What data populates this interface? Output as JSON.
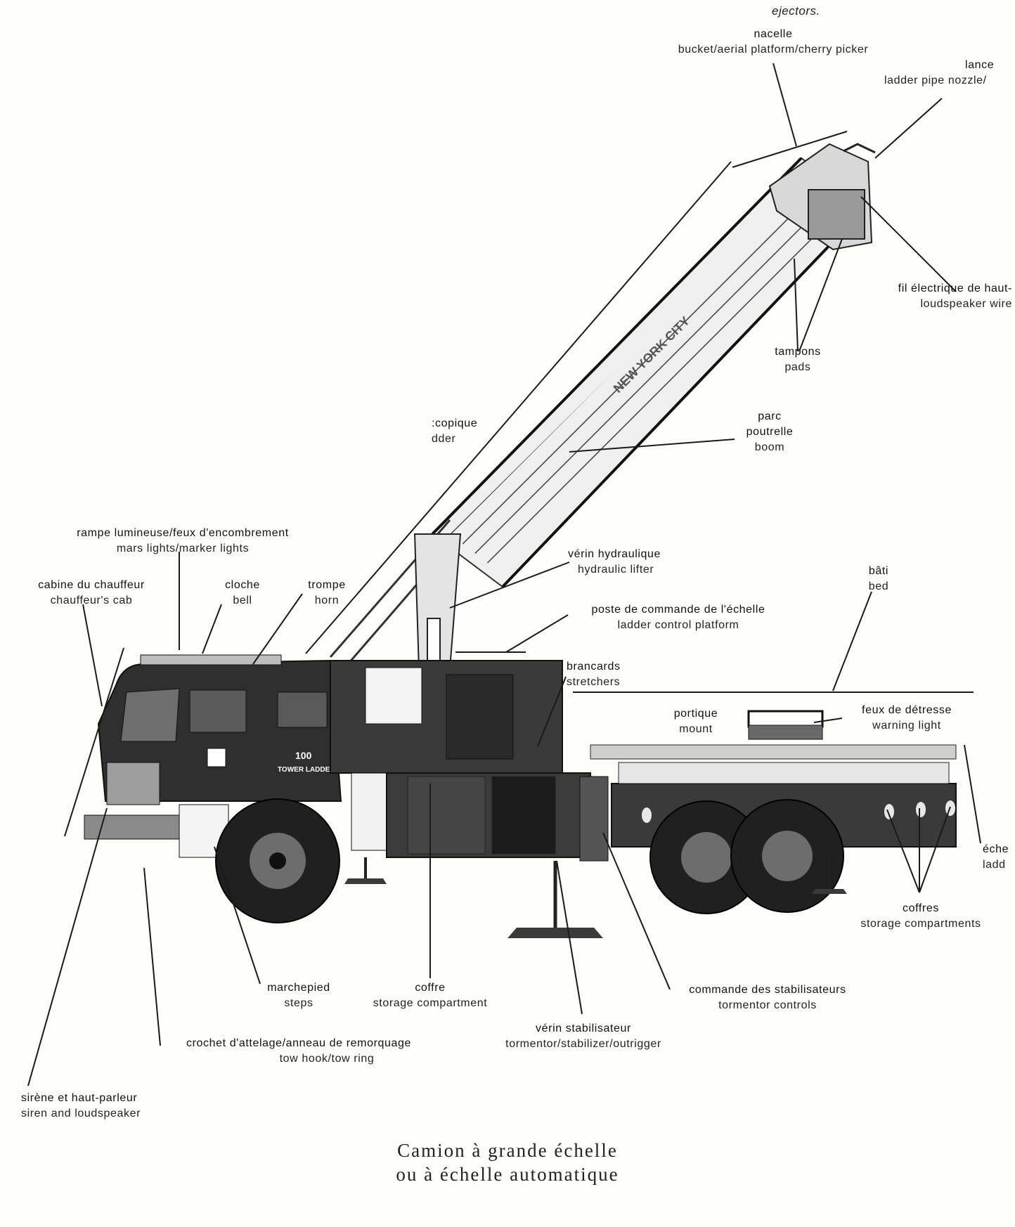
{
  "top_fragment": "ejectors.",
  "labels": {
    "nacelle": {
      "fr": "nacelle",
      "en": "bucket/aerial platform/cherry picker"
    },
    "lance": {
      "fr": "lance",
      "en": "ladder pipe nozzle/"
    },
    "fil": {
      "fr": "fil électrique de haut-",
      "en": "loudspeaker wire"
    },
    "tampons": {
      "fr": "tampons",
      "en": "pads"
    },
    "telescopique": {
      "fr": ":copique",
      "en": "dder"
    },
    "parc": {
      "fr": "parc",
      "fr2": "poutrelle",
      "en": "boom"
    },
    "rampe": {
      "fr": "rampe lumineuse/feux d'encombrement",
      "en": "mars lights/marker lights"
    },
    "cabine": {
      "fr": "cabine du chauffeur",
      "en": "chauffeur's cab"
    },
    "cloche": {
      "fr": "cloche",
      "en": "bell"
    },
    "trompe": {
      "fr": "trompe",
      "en": "horn"
    },
    "verin_hydraulique": {
      "fr": "vérin hydraulique",
      "en": "hydraulic lifter"
    },
    "poste": {
      "fr": "poste de commande de l'échelle",
      "en": "ladder control platform"
    },
    "bati": {
      "fr": "bâti",
      "en": "bed"
    },
    "brancards": {
      "fr": "brancards",
      "en": "stretchers"
    },
    "portique": {
      "fr": "portique",
      "en": "mount"
    },
    "feux": {
      "fr": "feux de détresse",
      "en": "warning light"
    },
    "echelle": {
      "fr": "éche",
      "en": "ladd"
    },
    "coffres": {
      "fr": "coffres",
      "en": "storage compartments"
    },
    "marchepied": {
      "fr": "marchepied",
      "en": "steps"
    },
    "coffre": {
      "fr": "coffre",
      "en": "storage compartment"
    },
    "commande": {
      "fr": "commande des stabilisateurs",
      "en": "tormentor controls"
    },
    "verin_stabilisateur": {
      "fr": "vérin stabilisateur",
      "en": "tormentor/stabilizer/outrigger"
    },
    "crochet": {
      "fr": "crochet d'attelage/anneau de remorquage",
      "en": "tow hook/tow ring"
    },
    "sirene": {
      "fr": "sirène et haut-parleur",
      "en": "siren and loudspeaker"
    }
  },
  "truck_markings": {
    "number": "100",
    "unit": "TOWER LADDER",
    "ladder_text": "NEW YORK CITY"
  },
  "caption": {
    "line1": "Camion à grande échelle",
    "line2": "ou à échelle automatique"
  }
}
